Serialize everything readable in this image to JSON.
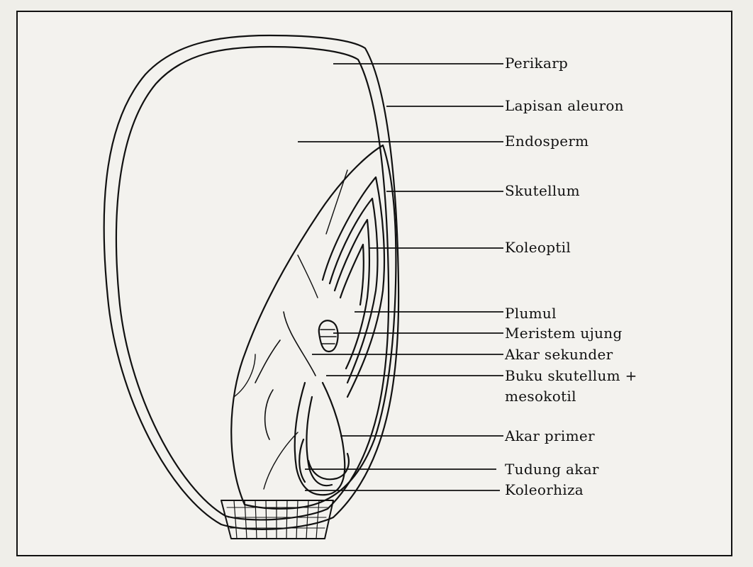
{
  "diagram": {
    "labels": {
      "perikarp": "Perikarp",
      "lapisan_aleuron": "Lapisan aleuron",
      "endosperm": "Endosperm",
      "skutellum": "Skutellum",
      "koleoptil": "Koleoptil",
      "plumul": "Plumul",
      "meristem_ujung": "Meristem ujung",
      "akar_sekunder": "Akar sekunder",
      "buku_skutellum": "Buku skutellum +",
      "mesokotil": "mesokotil",
      "akar_primer": "Akar primer",
      "tudung_akar": "Tudung akar",
      "koleorhiza": "Koleorhiza"
    }
  }
}
